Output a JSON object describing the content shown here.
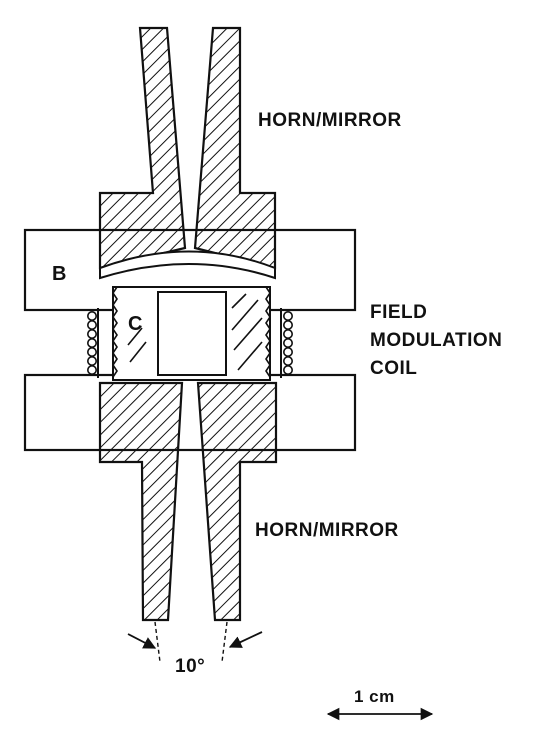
{
  "labels": {
    "horn_mirror_top": "HORN/MIRROR",
    "horn_mirror_bottom": "HORN/MIRROR",
    "block_b": "B",
    "cavity_c": "C",
    "field_line1": "FIELD",
    "field_line2": "MODULATION",
    "field_line3": "COIL",
    "angle": "10°",
    "scale": "1 cm"
  },
  "colors": {
    "ink": "#111111",
    "paper": "#ffffff"
  }
}
